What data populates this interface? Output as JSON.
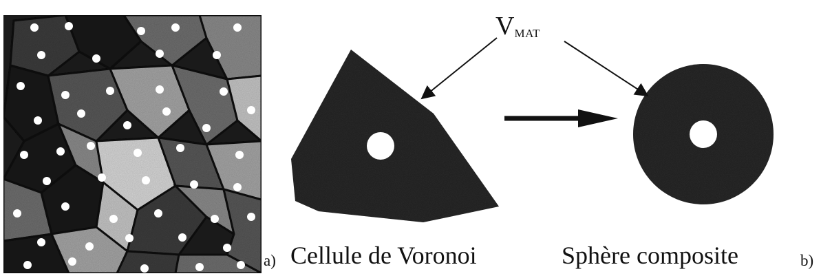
{
  "labels": {
    "panel_a": "a)",
    "panel_b": "b)",
    "voronoi_cell": "Cellule de Voronoi",
    "composite_sphere": "Sphère composite",
    "vmat_main": "V",
    "vmat_sub": "MAT"
  },
  "colors": {
    "matrix": "#2b2b2b",
    "background": "#ffffff",
    "inclusion": "#ffffff",
    "cell_shades": [
      "#1a1a1a",
      "#3c3c3c",
      "#585858",
      "#6e6e6e",
      "#8a8a8a",
      "#a4a4a4",
      "#c4c4c4",
      "#d6d6d6"
    ]
  }
}
